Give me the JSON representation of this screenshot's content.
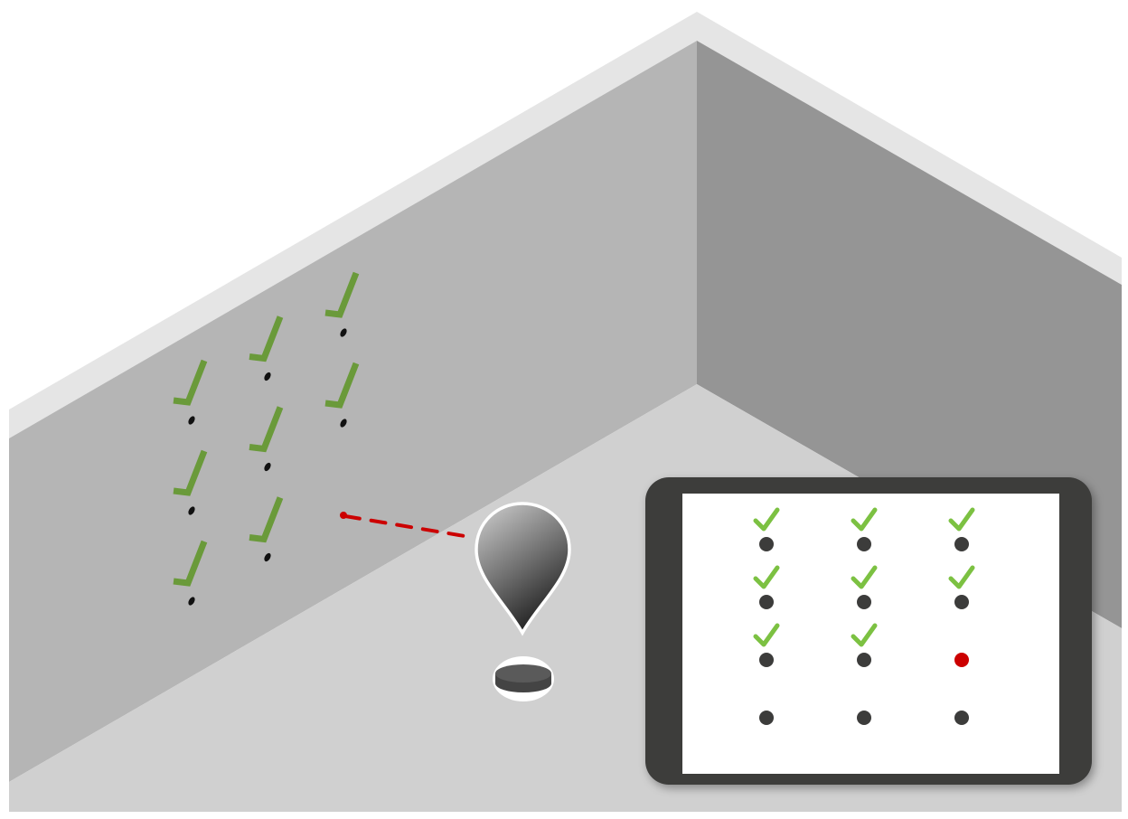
{
  "colors": {
    "wall_trim": "#e5e5e5",
    "left_wall": "#b5b5b5",
    "right_wall": "#959595",
    "floor": "#d0d0d0",
    "wall_check": "#6a9a3a",
    "tablet_check": "#7cc142",
    "tablet_frame": "#3c3c3b",
    "dot": "#3c3c3b",
    "missing": "#cc0000"
  },
  "wall_grid": {
    "columns": 3,
    "rows": 3,
    "cells": [
      [
        "checked",
        "checked",
        "checked"
      ],
      [
        "checked",
        "checked",
        "checked"
      ],
      [
        "checked",
        "checked",
        "current"
      ]
    ]
  },
  "tablet_grid": {
    "columns": 3,
    "rows": 4,
    "cells": [
      [
        "checked",
        "checked",
        "checked"
      ],
      [
        "checked",
        "checked",
        "checked"
      ],
      [
        "checked",
        "checked",
        "current"
      ],
      [
        "pending",
        "pending",
        "pending"
      ]
    ]
  },
  "icons": {
    "check": "check-icon",
    "drone": "location-pin-drone-icon",
    "base": "base-station-icon"
  }
}
